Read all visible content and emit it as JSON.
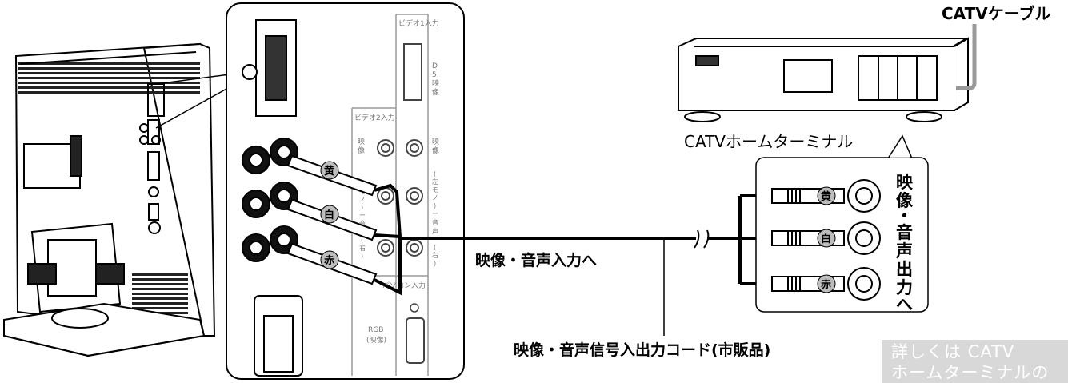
{
  "labels": {
    "catv_cable": "CATVケーブル",
    "catv_terminal": "CATVホームターミナル",
    "av_input": "映像・音声入力へ",
    "cord": "映像・音声信号入出力コード(市販品)",
    "av_output_vertical": [
      "映",
      "像",
      "・",
      "音",
      "声",
      "出",
      "力",
      "へ"
    ],
    "note_lines": [
      "詳しくは CATV",
      "ホームターミナルの"
    ]
  },
  "panel": {
    "video1": "ビデオ1入力",
    "d5": [
      "D",
      "5",
      "映",
      "像"
    ],
    "video2": "ビデオ2入力",
    "eizo_left": [
      "映",
      "像"
    ],
    "eizo_right": [
      "映",
      "像"
    ],
    "mono_left": [
      "(",
      "モ",
      "ノ",
      ")",
      "ー",
      "音"
    ],
    "ue_left": [
      "(",
      "右",
      ")"
    ],
    "audio_right": [
      "(",
      "左",
      "モ",
      "ノ",
      ")",
      "ー",
      "音",
      "声",
      "ー",
      "(",
      "右",
      ")"
    ],
    "pc": "パソコン入力",
    "rgb": [
      "RGB",
      "(映像)"
    ]
  },
  "plugs": {
    "tv_side": [
      "黄",
      "白",
      "赤"
    ],
    "terminal_side": [
      "黄",
      "白",
      "赤"
    ]
  },
  "colors": {
    "line": "#000000",
    "cable_gray": "#999999",
    "note_bg": "#d8d8d8"
  }
}
